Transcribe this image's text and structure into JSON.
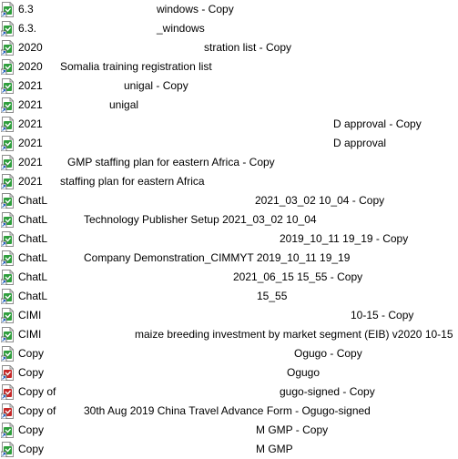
{
  "colors": {
    "background": "#ffffff",
    "text": "#000000",
    "icon_green": "#2e9e3c",
    "icon_red": "#c62828"
  },
  "rows": [
    {
      "icon": "excel-shortcut-icon",
      "parts": [
        "6.3",
        "windows - Copy"
      ]
    },
    {
      "icon": "excel-shortcut-icon",
      "parts": [
        "6.3.",
        "_windows"
      ]
    },
    {
      "icon": "excel-shortcut-icon",
      "parts": [
        "2020",
        "stration list - Copy"
      ]
    },
    {
      "icon": "excel-shortcut-icon",
      "parts": [
        "2020",
        "Somalia training registration list"
      ]
    },
    {
      "icon": "excel-shortcut-icon",
      "parts": [
        "2021",
        "unigal - Copy"
      ]
    },
    {
      "icon": "excel-shortcut-icon",
      "parts": [
        "2021",
        "unigal"
      ]
    },
    {
      "icon": "excel-shortcut-icon",
      "parts": [
        "2021",
        "D approval - Copy"
      ]
    },
    {
      "icon": "excel-shortcut-icon",
      "parts": [
        "2021",
        "D approval"
      ]
    },
    {
      "icon": "excel-shortcut-icon",
      "parts": [
        "2021",
        "GMP staffing plan for eastern Africa - Copy"
      ]
    },
    {
      "icon": "excel-shortcut-icon",
      "parts": [
        "2021",
        "staffing plan for eastern Africa"
      ]
    },
    {
      "icon": "excel-shortcut-icon",
      "parts": [
        "ChatL",
        "2021_03_02 10_04 - Copy"
      ]
    },
    {
      "icon": "excel-shortcut-icon",
      "parts": [
        "ChatL",
        "Technology Publisher Setup 2021_03_02 10_04"
      ]
    },
    {
      "icon": "excel-shortcut-icon",
      "parts": [
        "ChatL",
        "2019_10_11 19_19 - Copy"
      ]
    },
    {
      "icon": "excel-shortcut-icon",
      "parts": [
        "ChatL",
        "Company Demonstration_CIMMYT 2019_10_11 19_19"
      ]
    },
    {
      "icon": "excel-shortcut-icon",
      "parts": [
        "ChatL",
        "2021_06_15 15_55 - Copy"
      ]
    },
    {
      "icon": "excel-shortcut-icon",
      "parts": [
        "ChatL",
        "15_55"
      ]
    },
    {
      "icon": "excel-shortcut-icon",
      "parts": [
        "CIMI",
        "10-15 - Copy"
      ]
    },
    {
      "icon": "excel-shortcut-icon",
      "parts": [
        "CIMI",
        "maize breeding investment by market segment (EIB) v2020 10-15"
      ]
    },
    {
      "icon": "excel-shortcut-icon",
      "parts": [
        "Copy",
        "Ogugo - Copy"
      ]
    },
    {
      "icon": "pdf-shortcut-icon",
      "parts": [
        "Copy",
        "Ogugo"
      ]
    },
    {
      "icon": "pdf-shortcut-icon",
      "parts": [
        "Copy of",
        "gugo-signed - Copy"
      ]
    },
    {
      "icon": "pdf-shortcut-icon",
      "parts": [
        "Copy of",
        "30th Aug 2019 China Travel Advance Form - Ogugo-signed"
      ]
    },
    {
      "icon": "excel-shortcut-icon",
      "parts": [
        "Copy",
        "M GMP - Copy"
      ]
    },
    {
      "icon": "excel-shortcut-icon",
      "parts": [
        "Copy",
        "M GMP"
      ]
    }
  ]
}
